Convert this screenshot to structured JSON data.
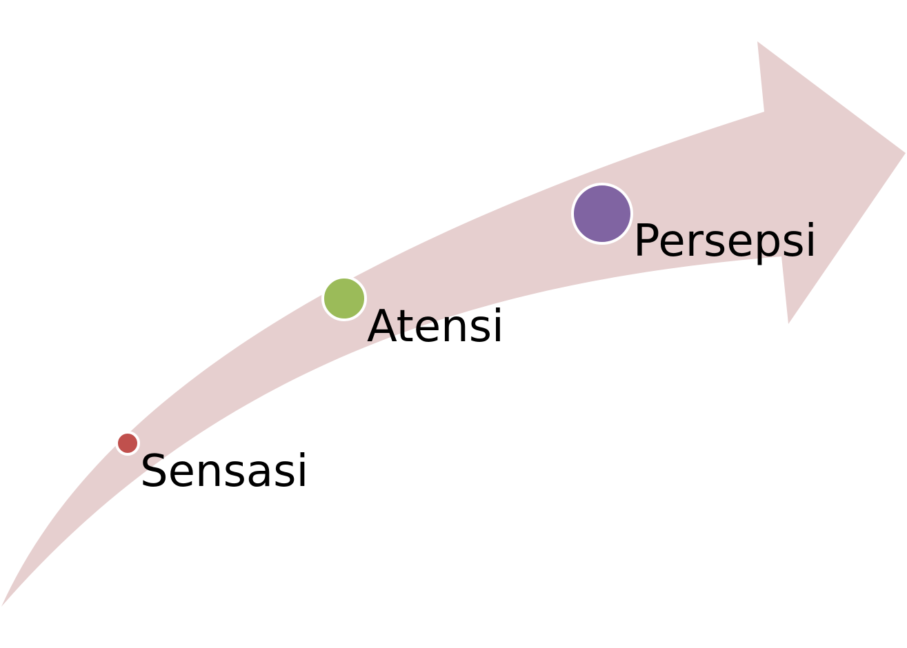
{
  "colors": {
    "arrow_fill": "#e6cfcf",
    "marker_outline": "#ffffff"
  },
  "steps": [
    {
      "label": "Sensasi",
      "color": "#c0504d",
      "marker_icon": "small-circle-marker"
    },
    {
      "label": "Atensi",
      "color": "#9bbb59",
      "marker_icon": "medium-circle-marker"
    },
    {
      "label": "Persepsi",
      "color": "#8064a2",
      "marker_icon": "large-circle-marker"
    }
  ]
}
